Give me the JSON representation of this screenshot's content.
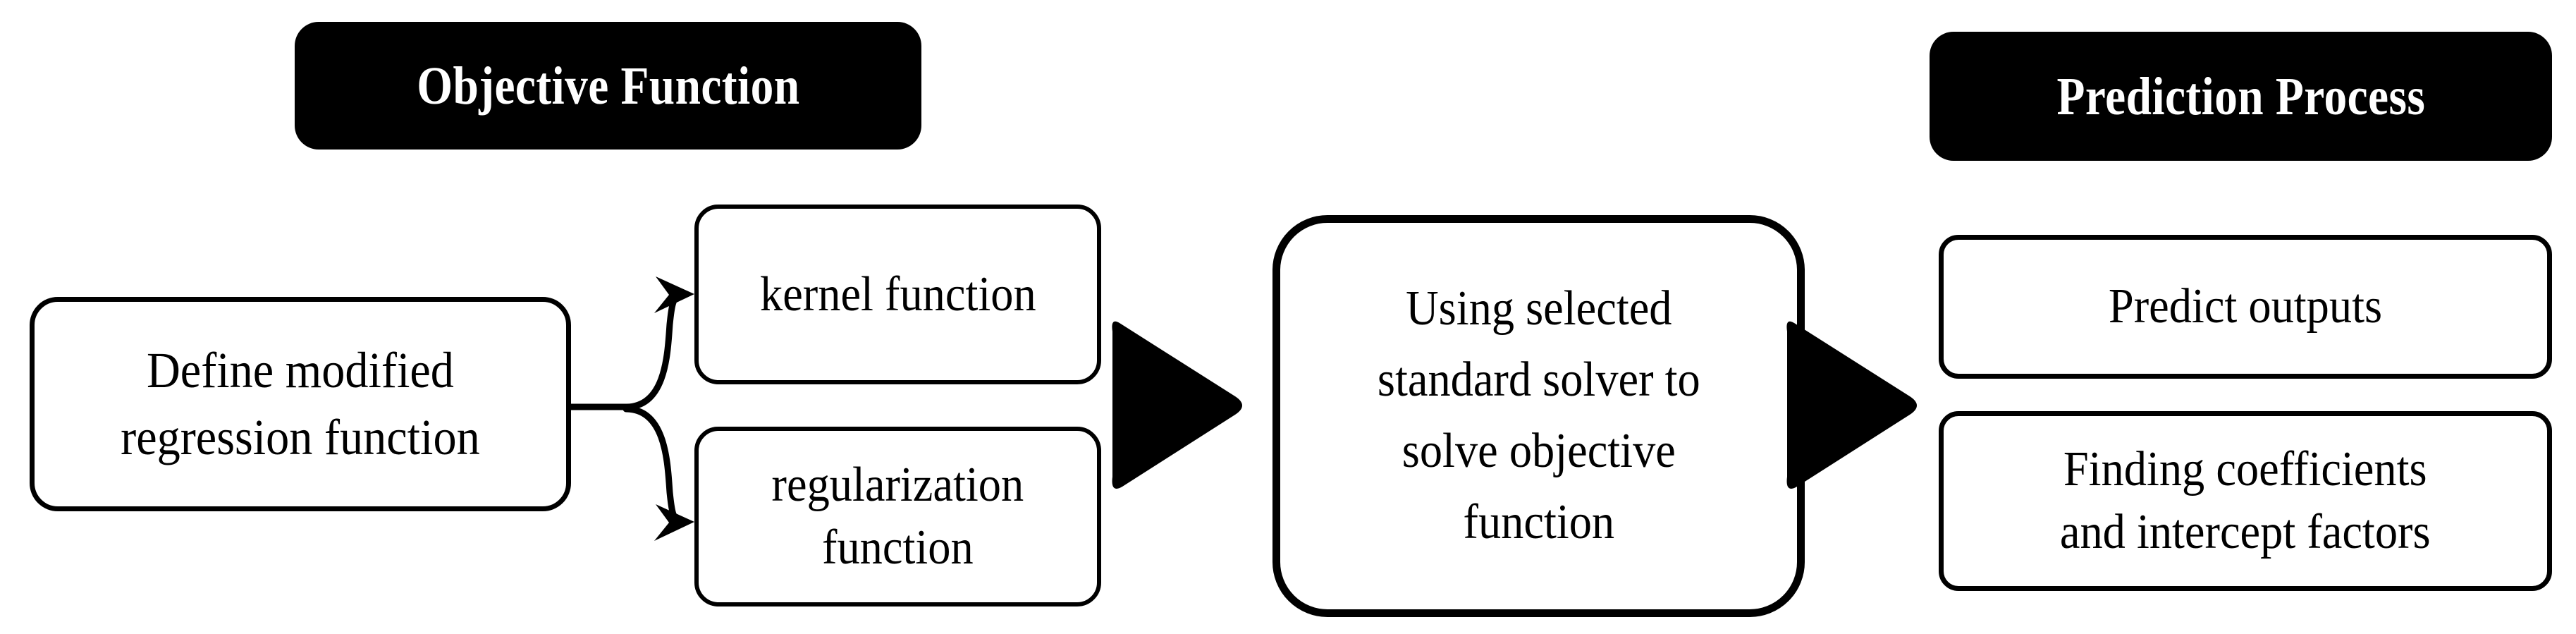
{
  "diagram": {
    "title_text_present": false,
    "background_color": "#ffffff",
    "stroke_color": "#000000",
    "headers": [
      {
        "id": "objective",
        "label": "Objective Function",
        "bg": "#000000",
        "fg": "#ffffff"
      },
      {
        "id": "prediction",
        "label": "Prediction Process",
        "bg": "#000000",
        "fg": "#ffffff"
      }
    ],
    "nodes": [
      {
        "id": "define",
        "label": "Define modified\nregression function"
      },
      {
        "id": "kernel",
        "label": "kernel function"
      },
      {
        "id": "regularization",
        "label": "regularization\nfunction"
      },
      {
        "id": "solver",
        "label": "Using selected\nstandard solver to\nsolve objective\nfunction"
      },
      {
        "id": "predict",
        "label": "Predict outputs"
      },
      {
        "id": "coefficients",
        "label": "Finding coefficients\nand intercept factors"
      }
    ],
    "connectors": [
      {
        "id": "define-to-kernel",
        "from": "define",
        "to": "kernel",
        "style": "curved-arrow"
      },
      {
        "id": "define-to-regularization",
        "from": "define",
        "to": "regularization",
        "style": "curved-arrow"
      },
      {
        "id": "objective-to-solver",
        "from": "objective-group",
        "to": "solver",
        "style": "solid-triangle"
      },
      {
        "id": "solver-to-prediction",
        "from": "solver",
        "to": "prediction-group",
        "style": "solid-triangle"
      }
    ]
  }
}
